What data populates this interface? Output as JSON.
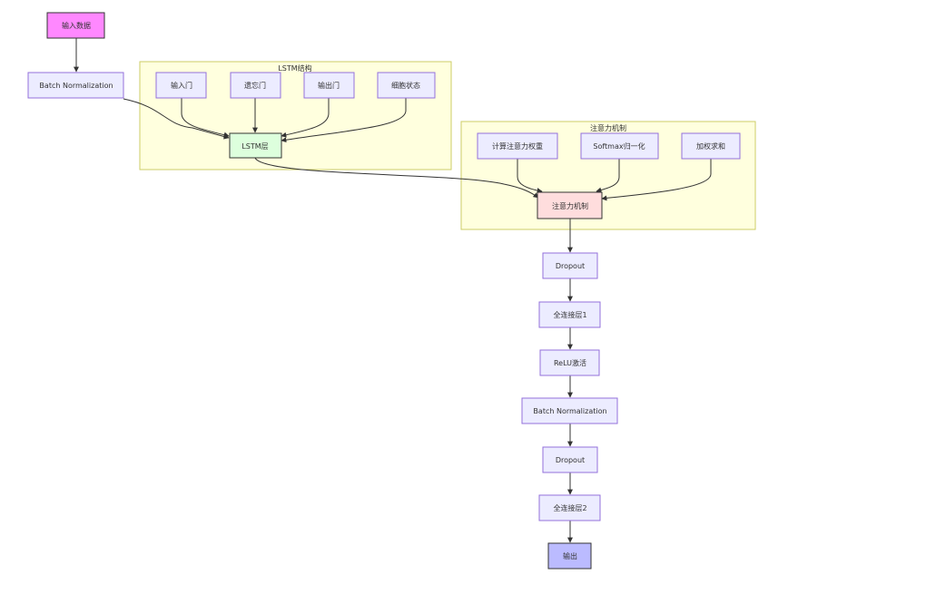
{
  "diagram": {
    "type": "flowchart",
    "clusters": {
      "lstm": {
        "title": "LSTM结构"
      },
      "attention": {
        "title": "注意力机制"
      }
    },
    "nodes": {
      "input": {
        "label": "输入数据",
        "fill": "#ff88ff",
        "stroke": "#333333"
      },
      "bn1": {
        "label": "Batch Normalization",
        "fill": "#ececff",
        "stroke": "#9370db"
      },
      "input_gate": {
        "label": "输入门",
        "fill": "#ececff",
        "stroke": "#9370db"
      },
      "forget_gate": {
        "label": "遗忘门",
        "fill": "#ececff",
        "stroke": "#9370db"
      },
      "output_gate": {
        "label": "输出门",
        "fill": "#ececff",
        "stroke": "#9370db"
      },
      "cell_state": {
        "label": "细胞状态",
        "fill": "#ececff",
        "stroke": "#9370db"
      },
      "lstm_layer": {
        "label": "LSTM层",
        "fill": "#ddffdd",
        "stroke": "#333333"
      },
      "calc_weights": {
        "label": "计算注意力权重",
        "fill": "#ececff",
        "stroke": "#9370db"
      },
      "softmax": {
        "label": "Softmax归一化",
        "fill": "#ececff",
        "stroke": "#9370db"
      },
      "weighted_sum": {
        "label": "加权求和",
        "fill": "#ececff",
        "stroke": "#9370db"
      },
      "attention_node": {
        "label": "注意力机制",
        "fill": "#ffdddd",
        "stroke": "#333333"
      },
      "dropout1": {
        "label": "Dropout",
        "fill": "#ececff",
        "stroke": "#9370db"
      },
      "fc1": {
        "label": "全连接层1",
        "fill": "#ececff",
        "stroke": "#9370db"
      },
      "relu": {
        "label": "ReLU激活",
        "fill": "#ececff",
        "stroke": "#9370db"
      },
      "bn2": {
        "label": "Batch Normalization",
        "fill": "#ececff",
        "stroke": "#9370db"
      },
      "dropout2": {
        "label": "Dropout",
        "fill": "#ececff",
        "stroke": "#9370db"
      },
      "fc2": {
        "label": "全连接层2",
        "fill": "#ececff",
        "stroke": "#9370db"
      },
      "output": {
        "label": "输出",
        "fill": "#bbbbff",
        "stroke": "#333333"
      }
    },
    "edges": [
      [
        "input",
        "bn1"
      ],
      [
        "bn1",
        "lstm_layer"
      ],
      [
        "input_gate",
        "lstm_layer"
      ],
      [
        "forget_gate",
        "lstm_layer"
      ],
      [
        "output_gate",
        "lstm_layer"
      ],
      [
        "cell_state",
        "lstm_layer"
      ],
      [
        "lstm_layer",
        "attention_node"
      ],
      [
        "calc_weights",
        "attention_node"
      ],
      [
        "softmax",
        "attention_node"
      ],
      [
        "weighted_sum",
        "attention_node"
      ],
      [
        "attention_node",
        "dropout1"
      ],
      [
        "dropout1",
        "fc1"
      ],
      [
        "fc1",
        "relu"
      ],
      [
        "relu",
        "bn2"
      ],
      [
        "bn2",
        "dropout2"
      ],
      [
        "dropout2",
        "fc2"
      ],
      [
        "fc2",
        "output"
      ]
    ],
    "colors": {
      "cluster_fill": "#ffffde",
      "cluster_stroke": "#cccc66",
      "edge": "#333333"
    }
  }
}
